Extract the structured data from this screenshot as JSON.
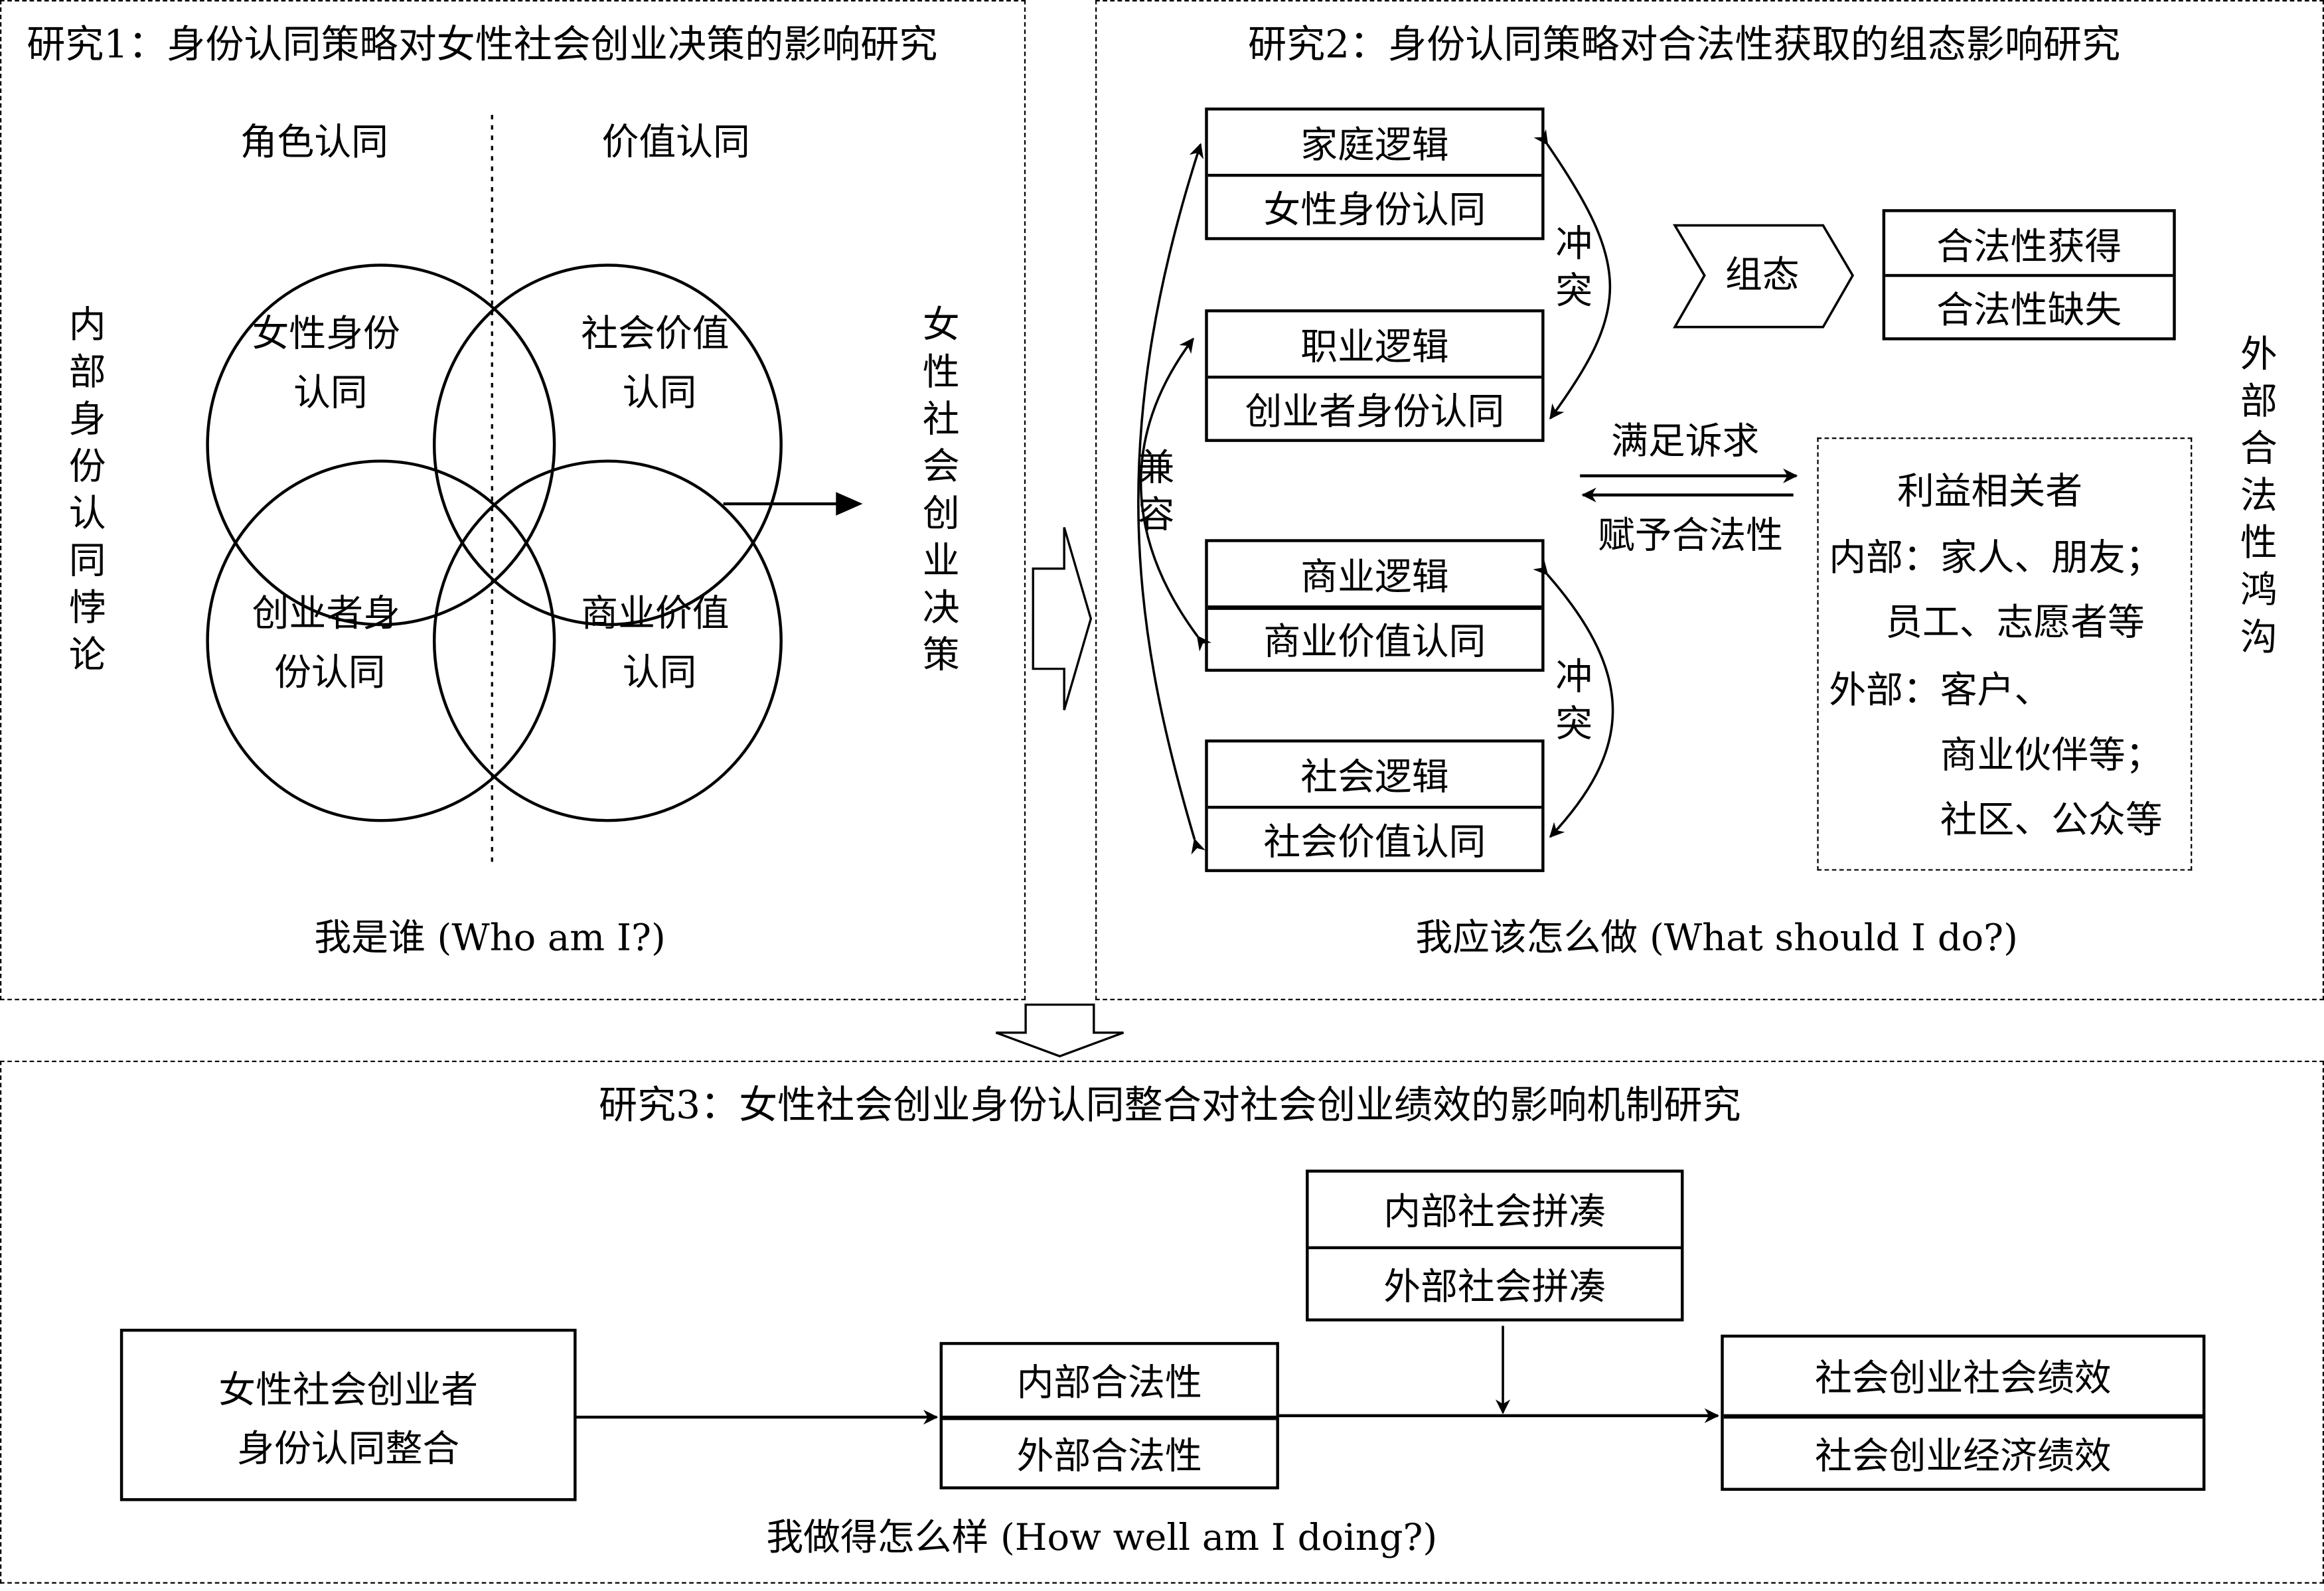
{
  "study1": {
    "title": "研究1：身份认同策略对女性社会创业决策的影响研究",
    "col_left": "角色认同",
    "col_right": "价值认同",
    "circles": [
      {
        "line1": "女性身份",
        "line2": "认同"
      },
      {
        "line1": "社会价值",
        "line2": "认同"
      },
      {
        "line1": "创业者身",
        "line2": "份认同"
      },
      {
        "line1": "商业价值",
        "line2": "认同"
      }
    ],
    "left_vertical": "内部身份认同悖论",
    "right_vertical": "女性社会创业决策",
    "caption": "我是谁 (Who am I?)"
  },
  "study2": {
    "title": "研究2：身份认同策略对合法性获取的组态影响研究",
    "logic_boxes": [
      {
        "logic": "家庭逻辑",
        "identity": "女性身份认同"
      },
      {
        "logic": "职业逻辑",
        "identity": "创业者身份认同"
      },
      {
        "logic": "商业逻辑",
        "identity": "商业价值认同"
      },
      {
        "logic": "社会逻辑",
        "identity": "社会价值认同"
      }
    ],
    "conflict_label": "冲突",
    "compatible_label": "兼容",
    "configuration_label": "组态",
    "outcomes": [
      "合法性获得",
      "合法性缺失"
    ],
    "meet_demands": "满足诉求",
    "grant_legitimacy": "赋予合法性",
    "stakeholders": {
      "title": "利益相关者",
      "lines": [
        "内部：家人、朋友；",
        "员工、志愿者等",
        "外部：客户、",
        "商业伙伴等；",
        "社区、公众等"
      ]
    },
    "right_vertical": "外部合法性鸿沟",
    "caption": "我应该怎么做 (What should I do?)"
  },
  "study3": {
    "title": "研究3：女性社会创业身份认同整合对社会创业绩效的影响机制研究",
    "input_box": [
      "女性社会创业者",
      "身份认同整合"
    ],
    "mediator_box": [
      "内部合法性",
      "外部合法性"
    ],
    "moderator_box": [
      "内部社会拼凑",
      "外部社会拼凑"
    ],
    "outcome_box": [
      "社会创业社会绩效",
      "社会创业经济绩效"
    ],
    "caption": "我做得怎么样 (How well am I doing?)"
  }
}
